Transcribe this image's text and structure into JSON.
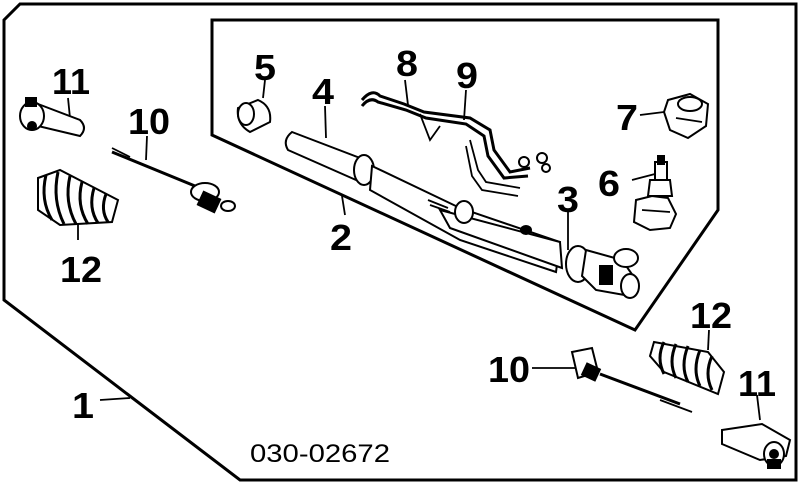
{
  "diagram": {
    "callouts": {
      "n1": "1",
      "n2": "2",
      "n3": "3",
      "n4": "4",
      "n5": "5",
      "n6": "6",
      "n7": "7",
      "n8": "8",
      "n9": "9",
      "n10_left": "10",
      "n10_right": "10",
      "n11_left": "11",
      "n11_right": "11",
      "n12_left": "12",
      "n12_right": "12"
    },
    "part_code": "030-02672"
  }
}
